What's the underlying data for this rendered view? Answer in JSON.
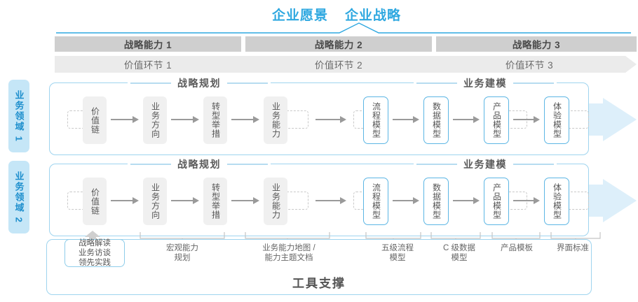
{
  "header": {
    "vision": "企业愿景",
    "strategy": "企业战略"
  },
  "capability_bars": [
    {
      "capability": "战略能力 1",
      "value_stage": "价值环节 1"
    },
    {
      "capability": "战略能力 2",
      "value_stage": "价值环节 2"
    },
    {
      "capability": "战略能力 3",
      "value_stage": "价值环节 3"
    }
  ],
  "domains": [
    {
      "label": "业务领域 1"
    },
    {
      "label": "业务领域 2"
    }
  ],
  "sections": {
    "planning": "战略规划",
    "modeling": "业务建模"
  },
  "nodes": {
    "planning": [
      "价值链",
      "业务方向",
      "转型举措",
      "业务能力"
    ],
    "modeling": [
      "流程模型",
      "数据模型",
      "产品模型",
      "体验模型"
    ]
  },
  "tool_support": {
    "title": "工具支撑",
    "chip": [
      "战略解读",
      "业务访谈",
      "领先实践"
    ],
    "labels": [
      "宏观能力\n规划",
      "业务能力地图 /\n能力主题文档",
      "五级流程\n模型",
      "C 级数据\n模型",
      "产品模板",
      "界面标准"
    ]
  },
  "colors": {
    "accent_blue": "#2fa8e0",
    "border_blue": "#9ed4ef",
    "node_blue_border": "#5cb6e4",
    "band_blue": "#e8f4fb",
    "bar_gray": "#cfcfcf",
    "bar_light_gray": "#ebebeb",
    "node_gray": "#f0f0f0",
    "arrow_gray": "#9a9a9a",
    "text_gray": "#555555"
  }
}
